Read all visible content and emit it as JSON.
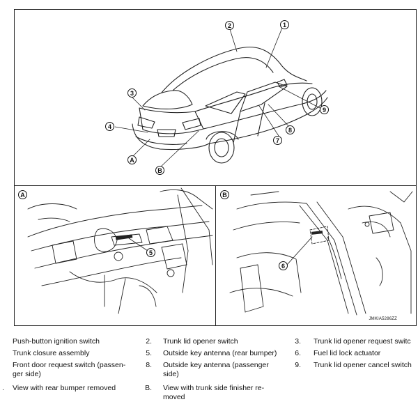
{
  "callouts": {
    "c1": "1",
    "c2": "2",
    "c3": "3",
    "c4": "4",
    "c5": "5",
    "c6": "6",
    "c7": "7",
    "c8": "8",
    "c9": "9",
    "cA": "A",
    "cB": "B",
    "panelA": "A",
    "panelB": "B"
  },
  "figure_code": "JMKIA5286ZZ",
  "legend": [
    {
      "num": "",
      "text": "Push-button ignition switch"
    },
    {
      "num": "2.",
      "text": "Trunk lid opener switch"
    },
    {
      "num": "3.",
      "text": "Trunk lid opener request switc"
    },
    {
      "num": "",
      "text": "Trunk closure assembly"
    },
    {
      "num": "5.",
      "text": "Outside key antenna (rear bumper)"
    },
    {
      "num": "6.",
      "text": "Fuel lid lock actuator"
    },
    {
      "num": "",
      "text": "Front door request switch (passen-\nger side)"
    },
    {
      "num": "8.",
      "text": "Outside key antenna (passenger\nside)"
    },
    {
      "num": "9.",
      "text": "Trunk lid opener cancel switch"
    },
    {
      "num": ".",
      "text": "View with rear bumper removed"
    },
    {
      "num": "B.",
      "text": "View with trunk side finisher re-\nmoved"
    }
  ]
}
